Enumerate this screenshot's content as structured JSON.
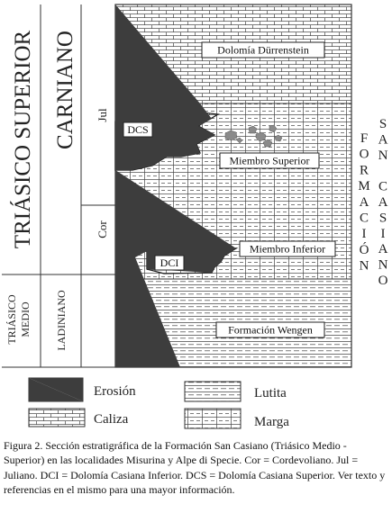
{
  "columns": {
    "system_upper": "TRIÁSICO SUPERIOR",
    "stage_upper": "CARNIANO",
    "system_middle_line1": "TRIÁSICO",
    "system_middle_line2": "MEDIO",
    "stage_middle": "LADINIANO",
    "substage_jul": "Jul",
    "substage_cor": "Cor"
  },
  "units": {
    "durrenstein": "Dolomía Dürrenstein",
    "miembro_superior": "Miembro Superior",
    "miembro_inferior": "Miembro Inferior",
    "wengen": "Formación Wengen",
    "dcs": "DCS",
    "dci": "DCI"
  },
  "formation_label": {
    "col1": [
      "F",
      "O",
      "R",
      "M",
      "A",
      "C",
      "I",
      "Ó",
      "N"
    ],
    "col2": [
      "S",
      "A",
      "N",
      "",
      "C",
      "A",
      "S",
      "I",
      "A",
      "N",
      "O"
    ]
  },
  "legend": {
    "erosion": "Erosión",
    "caliza": "Caliza",
    "lutita": "Lutita",
    "marga": "Marga"
  },
  "caption": "Figura 2. Sección estratigráfica de la Formación San Casiano (Triásico Medio - Superior) en las localidades Misurina y Alpe di Specie. Cor = Cordevoliano. Jul = Juliano. DCI = Dolomía Casiana Inferior. DCS = Dolomía Casiana Superior. Ver texto y referencias en el mismo para una mayor información.",
  "colors": {
    "erosion": "#3d3d3d",
    "line": "#333333",
    "patch": "#8a8a8a"
  }
}
